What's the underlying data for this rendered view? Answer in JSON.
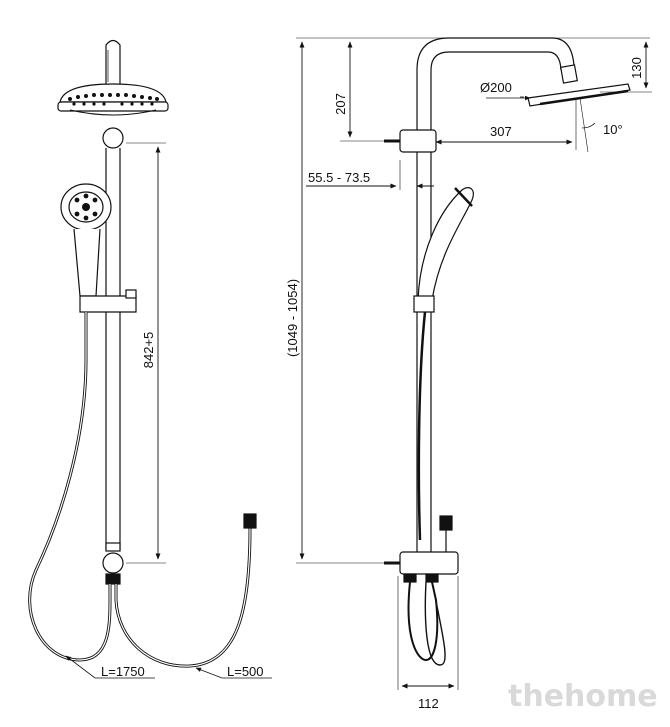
{
  "front_view": {
    "height_label": "842+5",
    "hose_long_label": "L=1750",
    "hose_short_label": "L=500"
  },
  "side_view": {
    "total_height_label": "(1049 - 1054)",
    "head_drop_label": "207",
    "head_diameter_label": "Ø200",
    "head_height_label": "130",
    "arm_reach_label": "307",
    "tilt_label": "10°",
    "wall_offset_label": "55.5 - 73.5",
    "bottom_width_label": "112"
  },
  "watermark": "thehome"
}
